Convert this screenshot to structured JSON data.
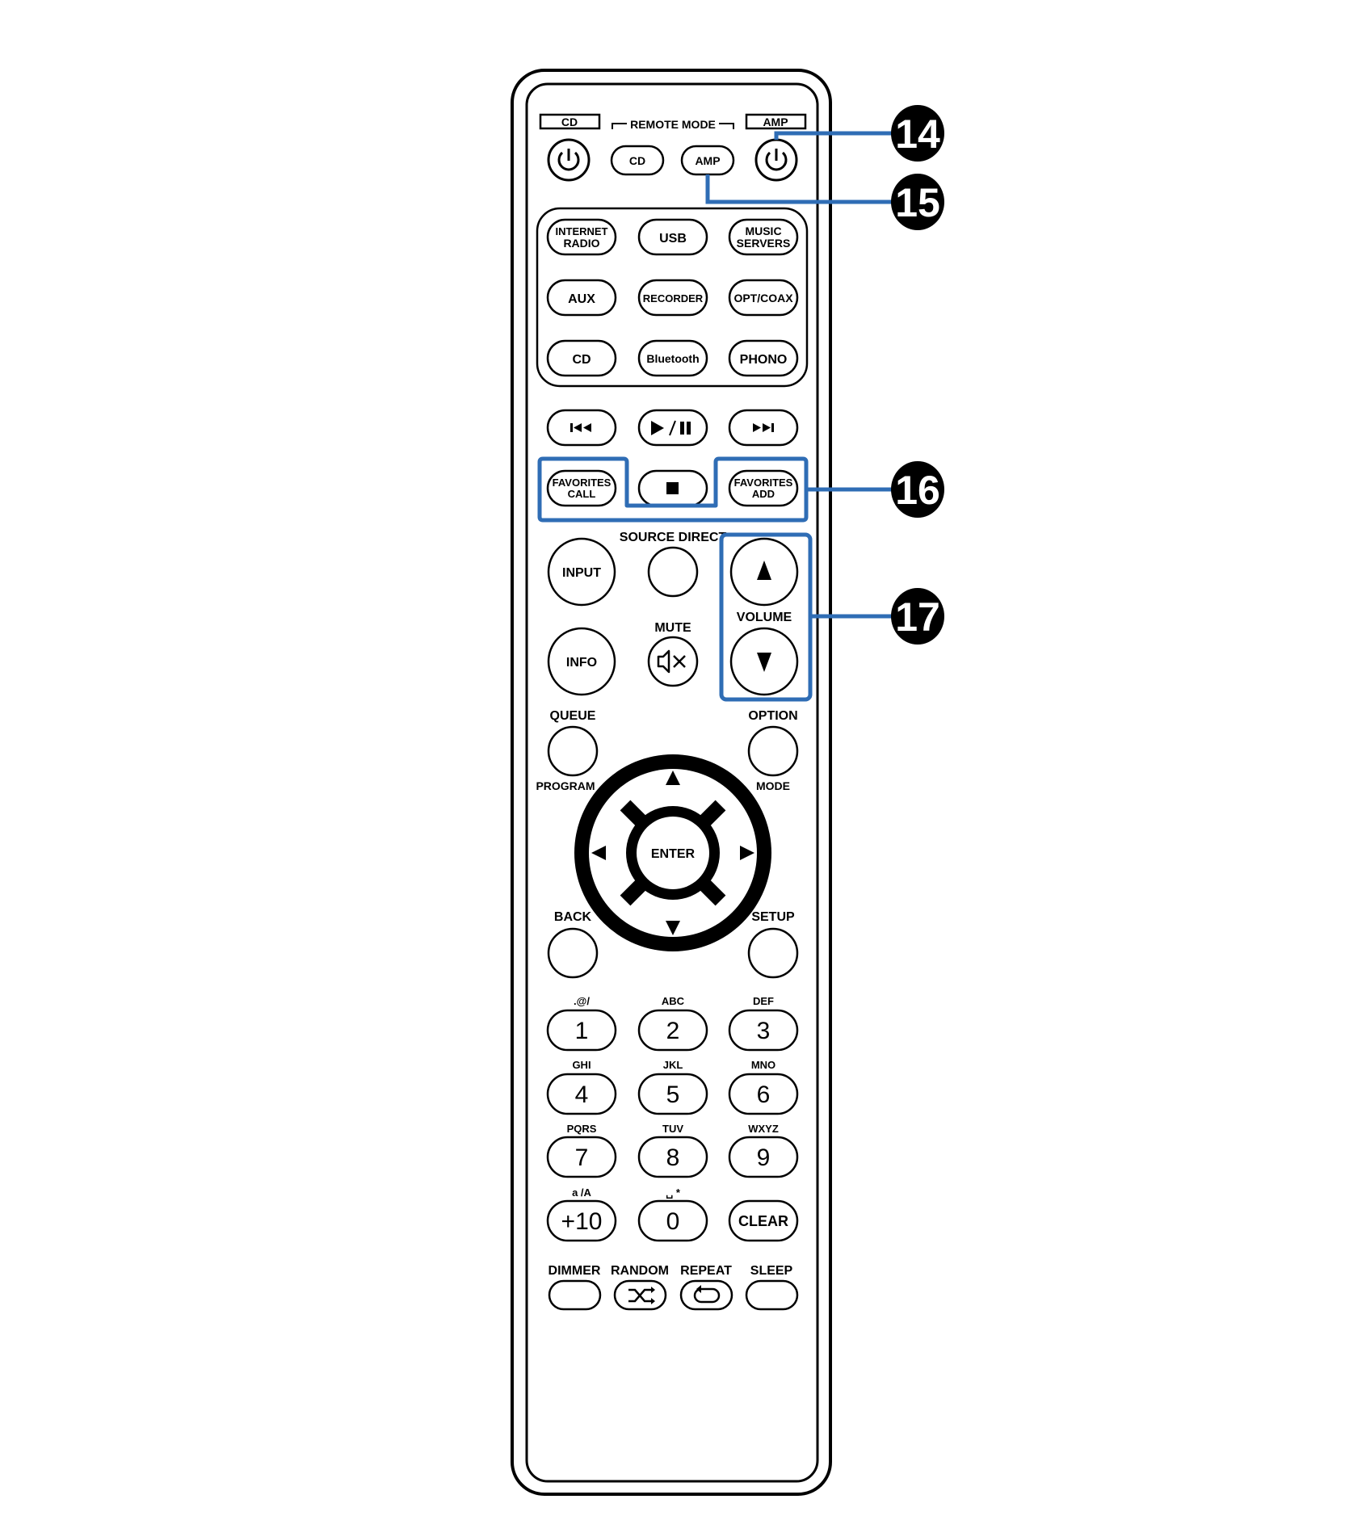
{
  "top": {
    "cd_indicator": "CD",
    "amp_indicator": "AMP",
    "remote_mode_label": "REMOTE MODE",
    "mode_cd": "CD",
    "mode_amp": "AMP"
  },
  "sources": {
    "internet_radio": [
      "INTERNET",
      "RADIO"
    ],
    "usb": "USB",
    "music_servers": [
      "MUSIC",
      "SERVERS"
    ],
    "aux": "AUX",
    "recorder": "RECORDER",
    "opt_coax": "OPT/COAX",
    "cd": "CD",
    "bluetooth": "Bluetooth",
    "phono": "PHONO"
  },
  "transport": {
    "favorites_call": [
      "FAVORITES",
      "CALL"
    ],
    "favorites_add": [
      "FAVORITES",
      "ADD"
    ]
  },
  "controls": {
    "source_direct": "SOURCE DIRECT",
    "input": "INPUT",
    "info": "INFO",
    "mute": "MUTE",
    "volume": "VOLUME",
    "queue": "QUEUE",
    "option": "OPTION",
    "program": "PROGRAM",
    "mode": "MODE",
    "enter": "ENTER",
    "back": "BACK",
    "setup": "SETUP"
  },
  "keypad": [
    {
      "sub": ".@/",
      "main": "1"
    },
    {
      "sub": "ABC",
      "main": "2"
    },
    {
      "sub": "DEF",
      "main": "3"
    },
    {
      "sub": "GHI",
      "main": "4"
    },
    {
      "sub": "JKL",
      "main": "5"
    },
    {
      "sub": "MNO",
      "main": "6"
    },
    {
      "sub": "PQRS",
      "main": "7"
    },
    {
      "sub": "TUV",
      "main": "8"
    },
    {
      "sub": "WXYZ",
      "main": "9"
    },
    {
      "sub": "a /A",
      "main": "+10"
    },
    {
      "sub": "␣ *",
      "main": "0"
    },
    {
      "sub": "",
      "main": "CLEAR"
    }
  ],
  "bottom": {
    "dimmer": "DIMMER",
    "random": "RANDOM",
    "repeat": "REPEAT",
    "sleep": "SLEEP"
  },
  "callouts": {
    "c14": "14",
    "c15": "15",
    "c16": "16",
    "c17": "17"
  },
  "colors": {
    "highlight": "#2f6db5",
    "outline": "#000000",
    "background": "#ffffff"
  }
}
